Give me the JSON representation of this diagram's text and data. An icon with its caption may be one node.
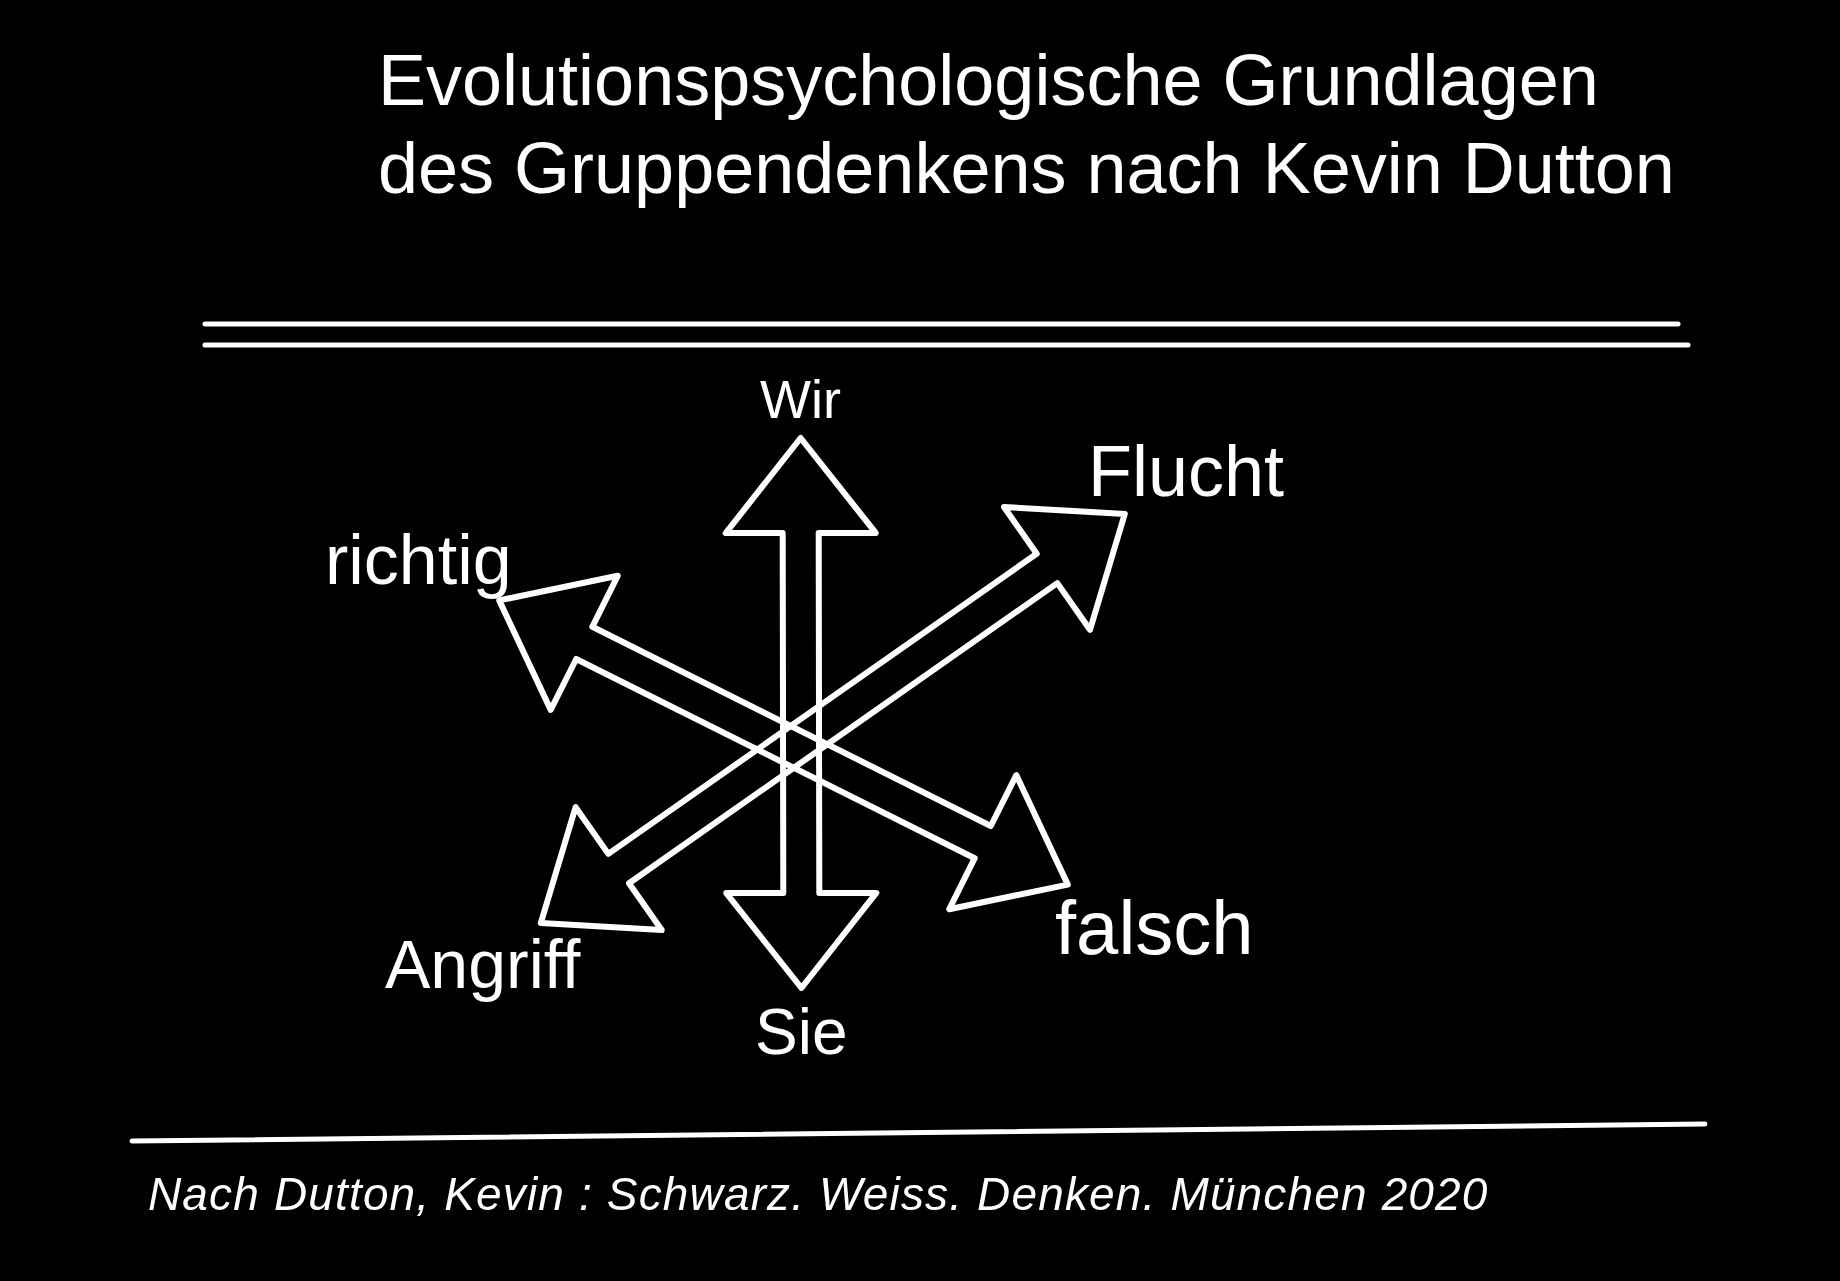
{
  "diagram": {
    "title": "Evolutionspsychologische Grundlagen des Gruppendenkens nach Kevin Dutton",
    "caption": "Nach Dutton, Kevin : Schwarz. Weiss. Denken. München 2020",
    "nodes": [
      {
        "text": [
          "Wir"
        ]
      },
      {
        "text": [
          "Flucht"
        ]
      },
      {
        "text": [
          "richtig"
        ]
      },
      {
        "text": [
          "falsch"
        ]
      },
      {
        "text": [
          "Angriff"
        ]
      },
      {
        "text": [
          "Sie"
        ]
      }
    ],
    "edges": [
      {
        "from": 0,
        "to": 5,
        "arrow": "both"
      },
      {
        "from": 2,
        "to": 3,
        "arrow": "both"
      },
      {
        "from": 1,
        "to": 4,
        "arrow": "both"
      }
    ]
  }
}
